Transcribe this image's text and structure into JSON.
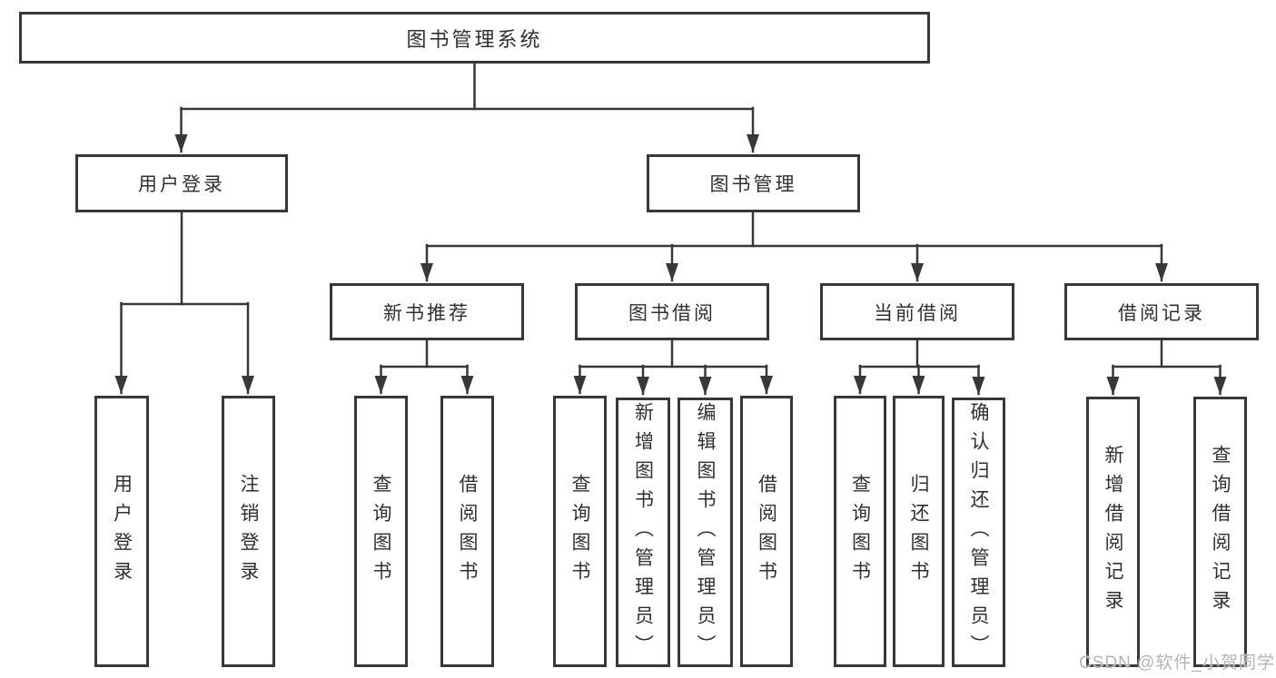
{
  "diagram_title": "图书管理系统",
  "colors": {
    "background": "#ffffff",
    "box_border": "#383838",
    "connector_line": "#383838",
    "text": "#303030",
    "watermark_text": "#b5b5b5"
  },
  "tree": {
    "root": {
      "label": "图书管理系统",
      "children": [
        {
          "label": "用户登录",
          "children": [
            {
              "label": "用户登录"
            },
            {
              "label": "注销登录"
            }
          ]
        },
        {
          "label": "图书管理",
          "children": [
            {
              "label": "新书推荐",
              "children": [
                {
                  "label": "查询图书"
                },
                {
                  "label": "借阅图书"
                }
              ]
            },
            {
              "label": "图书借阅",
              "children": [
                {
                  "label": "查询图书"
                },
                {
                  "label": "新增图书（管理员）"
                },
                {
                  "label": "编辑图书（管理员）"
                },
                {
                  "label": "借阅图书"
                }
              ]
            },
            {
              "label": "当前借阅",
              "children": [
                {
                  "label": "查询图书"
                },
                {
                  "label": "归还图书"
                },
                {
                  "label": "确认归还（管理员）"
                }
              ]
            },
            {
              "label": "借阅记录",
              "children": [
                {
                  "label": "新增借阅记录"
                },
                {
                  "label": "查询借阅记录"
                }
              ]
            }
          ]
        }
      ]
    }
  },
  "watermark": {
    "text": "CSDN @软件_小贺同学"
  }
}
